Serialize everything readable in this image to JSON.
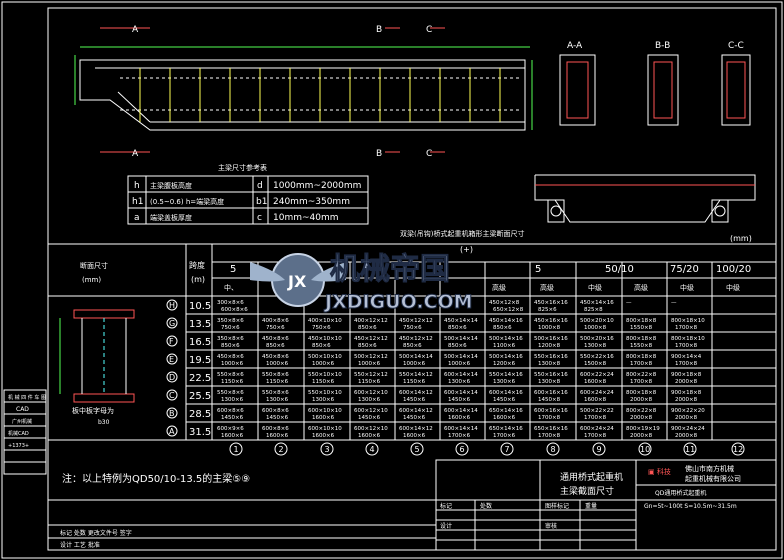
{
  "sections": {
    "a": "A",
    "b": "B",
    "c": "C",
    "aa": "A-A",
    "bb": "B-B",
    "cc": "C-C"
  },
  "end_carriage": {
    "dim": ""
  },
  "param_table": {
    "title": "主梁尺寸参考表",
    "rows": [
      {
        "sym": "h",
        "desc": "主梁腹板高度",
        "sym2": "d",
        "value": "1000mm~2000mm"
      },
      {
        "sym": "h1",
        "desc": "(0.5~0.6) h=端梁高度",
        "sym2": "b1",
        "value": "240mm~350mm"
      },
      {
        "sym": "a",
        "desc": "端梁盖板厚度",
        "sym2": "c",
        "value": "10mm~40mm"
      }
    ]
  },
  "main_table": {
    "caption": "双梁(吊钩)桥式起重机箱形主梁断面尺寸",
    "unit": "(mm)",
    "section_label": "断面尺寸",
    "section_unit": "(mm)",
    "span_label": "跨度",
    "span_unit": "(m)",
    "plus_label": "(+)",
    "capacity_groups": [
      "5",
      "5",
      "50/10",
      "75/20",
      "100/20"
    ],
    "duty": [
      "中、",
      "高级",
      "高级",
      "中级",
      "高级",
      "中级",
      "中级"
    ],
    "cross_section_note": "板中板字母为",
    "cross_section_note2": "b30",
    "rows": [
      {
        "mark": "H",
        "span": "10.5",
        "cells": [
          [
            "300×8×6",
            "600×8×6"
          ],
          [
            "",
            ""
          ],
          [
            "",
            ""
          ],
          [
            "",
            ""
          ],
          [
            "",
            ""
          ],
          [
            "",
            ""
          ],
          [
            "450×12×8",
            "650×12×8"
          ],
          [
            "450×16×16",
            "825×6"
          ],
          [
            "450×14×16",
            "825×8"
          ],
          [
            "—",
            ""
          ],
          [
            "—",
            ""
          ]
        ]
      },
      {
        "mark": "G",
        "span": "13.5",
        "cells": [
          [
            "350×8×6",
            "750×6"
          ],
          [
            "400×8×6",
            "750×6"
          ],
          [
            "400×10×10",
            "750×6"
          ],
          [
            "400×12×12",
            "850×6"
          ],
          [
            "450×12×12",
            "750×6"
          ],
          [
            "450×14×14",
            "850×6"
          ],
          [
            "450×14×16",
            "850×6"
          ],
          [
            "450×16×16",
            "1000×8"
          ],
          [
            "500×20×10",
            "1000×8"
          ],
          [
            "800×18×8",
            "1550×8"
          ],
          [
            "800×18×10",
            "1700×8"
          ]
        ]
      },
      {
        "mark": "F",
        "span": "16.5",
        "cells": [
          [
            "350×8×6",
            "850×6"
          ],
          [
            "450×8×6",
            "850×6"
          ],
          [
            "450×10×10",
            "850×6"
          ],
          [
            "450×12×12",
            "850×6"
          ],
          [
            "450×12×12",
            "850×6"
          ],
          [
            "500×14×14",
            "850×6"
          ],
          [
            "500×14×16",
            "1100×6"
          ],
          [
            "500×16×16",
            "1200×8"
          ],
          [
            "500×20×16",
            "1300×8"
          ],
          [
            "800×18×8",
            "1550×8"
          ],
          [
            "800×18×10",
            "1700×8"
          ]
        ]
      },
      {
        "mark": "E",
        "span": "19.5",
        "cells": [
          [
            "450×8×6",
            "1000×6"
          ],
          [
            "450×8×6",
            "1000×6"
          ],
          [
            "500×10×10",
            "1000×6"
          ],
          [
            "500×12×12",
            "1000×6"
          ],
          [
            "500×14×14",
            "1000×6"
          ],
          [
            "500×14×14",
            "1000×6"
          ],
          [
            "500×14×16",
            "1200×6"
          ],
          [
            "550×16×16",
            "1300×8"
          ],
          [
            "550×22×16",
            "1500×8"
          ],
          [
            "800×18×8",
            "1700×8"
          ],
          [
            "900×14×4",
            "1700×8"
          ]
        ]
      },
      {
        "mark": "D",
        "span": "22.5",
        "cells": [
          [
            "550×8×6",
            "1150×6"
          ],
          [
            "550×8×6",
            "1150×6"
          ],
          [
            "550×10×10",
            "1150×6"
          ],
          [
            "550×12×12",
            "1150×6"
          ],
          [
            "550×14×12",
            "1150×6"
          ],
          [
            "600×14×14",
            "1300×6"
          ],
          [
            "550×14×16",
            "1300×6"
          ],
          [
            "550×16×16",
            "1300×8"
          ],
          [
            "600×22×24",
            "1600×8"
          ],
          [
            "800×22×8",
            "1700×8"
          ],
          [
            "900×18×8",
            "2000×8"
          ]
        ]
      },
      {
        "mark": "C",
        "span": "25.5",
        "cells": [
          [
            "550×8×6",
            "1300×6"
          ],
          [
            "550×8×6",
            "1300×6"
          ],
          [
            "550×10×10",
            "1300×6"
          ],
          [
            "600×12×10",
            "1300×6"
          ],
          [
            "600×14×12",
            "1450×6"
          ],
          [
            "600×14×14",
            "1450×6"
          ],
          [
            "600×14×16",
            "1450×6"
          ],
          [
            "600×16×16",
            "1450×8"
          ],
          [
            "600×24×24",
            "1600×8"
          ],
          [
            "800×18×8",
            "2000×8"
          ],
          [
            "900×18×8",
            "2000×8"
          ]
        ]
      },
      {
        "mark": "B",
        "span": "28.5",
        "cells": [
          [
            "600×8×6",
            "1450×6"
          ],
          [
            "600×8×6",
            "1450×6"
          ],
          [
            "600×10×10",
            "1600×6"
          ],
          [
            "600×12×10",
            "1450×6"
          ],
          [
            "600×14×12",
            "1450×6"
          ],
          [
            "600×14×14",
            "1600×6"
          ],
          [
            "650×14×16",
            "1600×6"
          ],
          [
            "600×16×16",
            "1700×8"
          ],
          [
            "500×22×22",
            "1700×8"
          ],
          [
            "800×22×8",
            "2000×8"
          ],
          [
            "900×22×20",
            "2000×8"
          ]
        ]
      },
      {
        "mark": "A",
        "span": "31.5",
        "cells": [
          [
            "600×9×6",
            "1600×6"
          ],
          [
            "600×8×6",
            "1600×6"
          ],
          [
            "600×10×10",
            "1600×6"
          ],
          [
            "600×12×10",
            "1600×6"
          ],
          [
            "600×14×12",
            "1600×6"
          ],
          [
            "600×14×14",
            "1700×6"
          ],
          [
            "650×14×16",
            "1700×6"
          ],
          [
            "650×16×16",
            "1700×8"
          ],
          [
            "600×24×24",
            "1700×8"
          ],
          [
            "800×19×19",
            "2000×8"
          ],
          [
            "900×24×24",
            "2000×8"
          ]
        ]
      }
    ],
    "column_numbers": [
      "1",
      "2",
      "3",
      "4",
      "5",
      "6",
      "7",
      "8",
      "9",
      "10",
      "11",
      "12"
    ]
  },
  "left_strip": [
    "机 械 四 件 车 图",
    "CAD",
    "广州机械",
    "机械CAD",
    "+1373+"
  ],
  "watermark": {
    "monogram": "JX",
    "title": "机械帝国",
    "domain": "JXDIGUO.COM"
  },
  "footnote": "注：以上特例为QD50/10-13.5的主梁⑤⑨",
  "title_block": {
    "title1": "通用桥式起重机",
    "title2": "主梁截面尺寸",
    "company_mark": "▣ 科技",
    "company1": "佛山市南方机械",
    "company2": "起重机械有限公司",
    "product": "QD通用桥式起重机",
    "spec": "Gn=5t~100t  S=10.5m~31.5m",
    "cells": [
      "标记",
      "处数",
      "图样标记",
      "重量",
      "设计",
      "审核"
    ]
  },
  "revision": [
    "标记  处数  更改文件号  签字",
    "设计     工艺     批准"
  ],
  "colors": {
    "line": "#ffffff",
    "accent_red": "#ff5555",
    "accent_yellow": "#ffff55",
    "accent_green": "#55ff55",
    "background": "#000000"
  }
}
